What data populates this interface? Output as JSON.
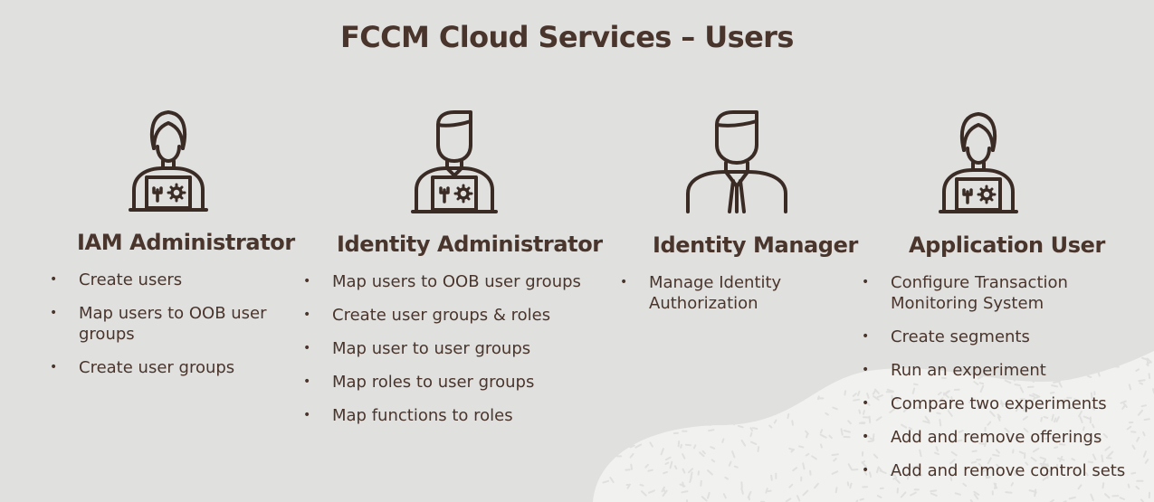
{
  "title": "FCCM Cloud Services – Users",
  "colors": {
    "text": "#4a352c",
    "background": "#e0e0df",
    "texture": "#f3f3f1"
  },
  "personas": [
    {
      "icon": "female-admin-laptop-icon",
      "role": "IAM Administrator",
      "tasks": [
        "Create users",
        "Map users to OOB user groups",
        "Create user groups"
      ]
    },
    {
      "icon": "male-admin-laptop-icon",
      "role": "Identity Administrator",
      "tasks": [
        "Map users to OOB user groups",
        "Create user groups & roles",
        "Map user to user groups",
        "Map roles to user groups",
        "Map functions to roles"
      ]
    },
    {
      "icon": "male-manager-suit-icon",
      "role": "Identity Manager",
      "tasks": [
        "Manage Identity Authorization"
      ]
    },
    {
      "icon": "female-user-laptop-icon",
      "role": "Application User",
      "tasks": [
        "Configure Transaction Monitoring System",
        "Create segments",
        "Run an experiment",
        "Compare two experiments",
        "Add and remove offerings",
        "Add and remove control sets"
      ]
    }
  ]
}
